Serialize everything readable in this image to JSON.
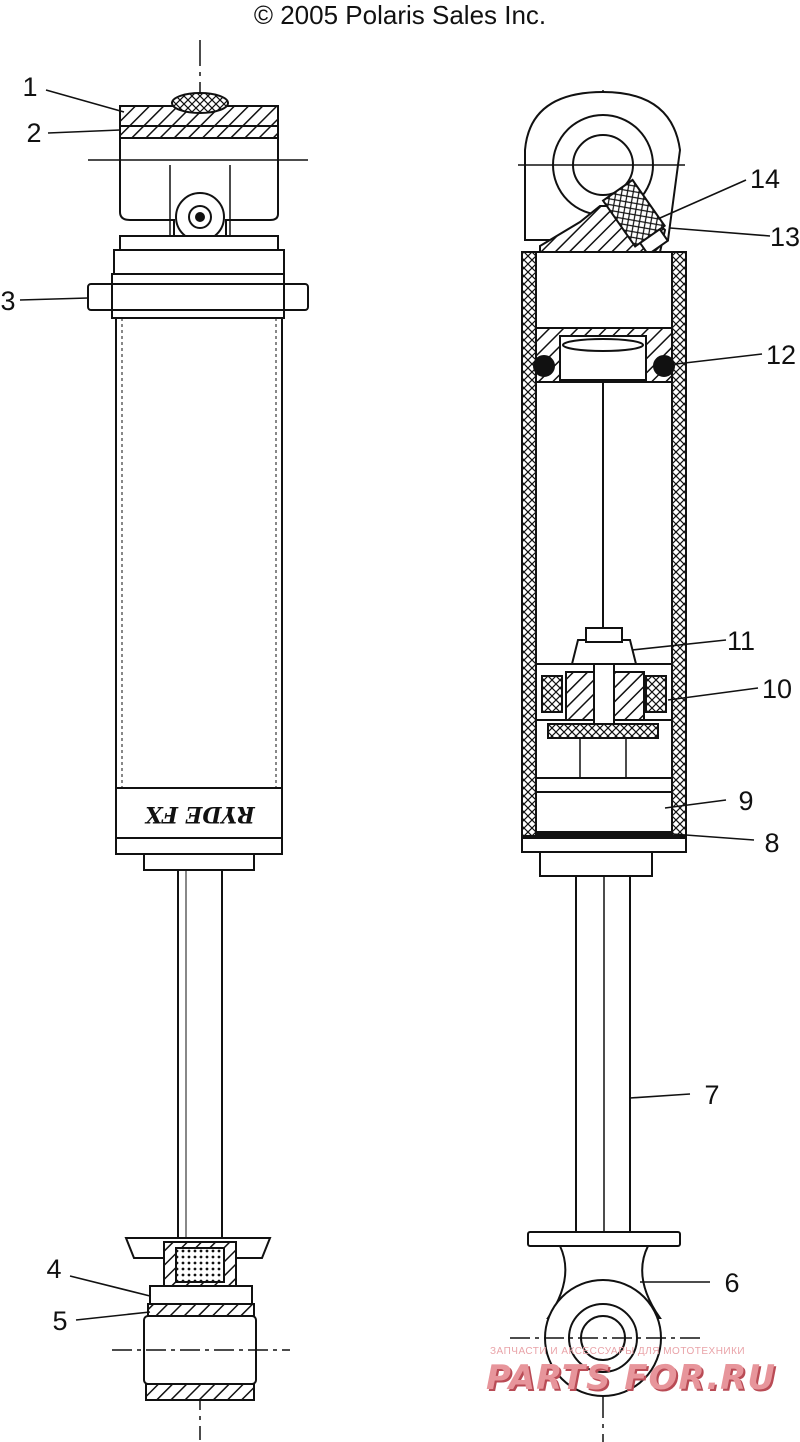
{
  "copyright": "© 2005 Polaris Sales Inc.",
  "callouts": [
    "1",
    "2",
    "3",
    "4",
    "5",
    "6",
    "7",
    "8",
    "9",
    "10",
    "11",
    "12",
    "13",
    "14"
  ],
  "logo_text": "RYDE FX",
  "watermark": {
    "small": "ЗАПЧАСТИ И АКСЕССУАРЫ ДЛЯ МОТОТЕХНИКИ",
    "big": "PARTS FOR.RU"
  },
  "colors": {
    "line": "#111111",
    "watermark": "#e7959b"
  }
}
